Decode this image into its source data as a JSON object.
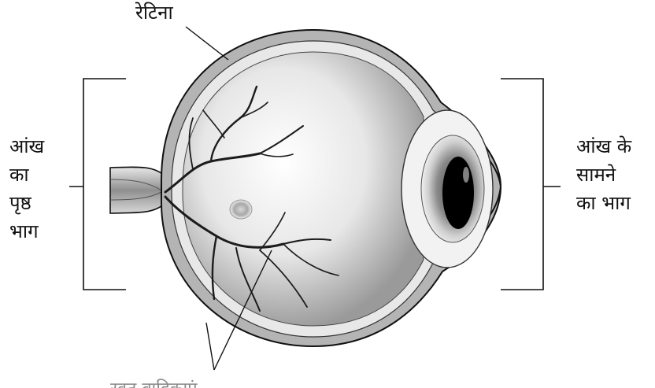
{
  "labels": {
    "retina": "रेटिना",
    "back_of_eye": [
      "आंख",
      "का",
      "पृष्ठ",
      "भाग"
    ],
    "front_of_eye": [
      "आंख के",
      "सामने",
      "का भाग"
    ],
    "blood_vessels": "रक्त वाहिकाएं"
  },
  "colors": {
    "ink": "#111111",
    "eye_outer": "#9a9a9a",
    "eye_inner": "#d7d7d7",
    "vessels": "#1c1c1c",
    "pupil": "#000000"
  }
}
